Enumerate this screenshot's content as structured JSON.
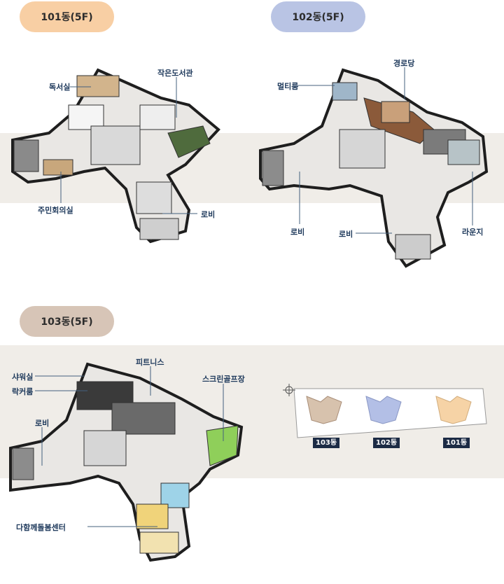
{
  "buildings": {
    "b101": {
      "title": "101동(5F)",
      "labels": {
        "reading_room": "독서실",
        "small_library": "작은도서관",
        "resident_meeting_room": "주민회의실",
        "lobby": "로비"
      }
    },
    "b102": {
      "title": "102동(5F)",
      "labels": {
        "multi_room": "멀티룸",
        "senior_center": "경로당",
        "lobby_left": "로비",
        "lobby_center": "로비",
        "lounge": "라운지"
      }
    },
    "b103": {
      "title": "103동(5F)",
      "labels": {
        "shower_room": "샤워실",
        "locker_room": "락커룸",
        "fitness": "피트니스",
        "screen_golf": "스크린골프장",
        "lobby": "로비",
        "childcare_center": "다함께돌봄센터"
      }
    }
  },
  "keymap": {
    "b103": "103동",
    "b102": "102동",
    "b101": "101동"
  },
  "colors": {
    "pill_101": "#f8cfa4",
    "pill_102": "#b9c4e4",
    "pill_103": "#d7c5b7",
    "band": "#f0ede8",
    "key_tag": "#1c2b45",
    "label": "#1f3a5c"
  }
}
